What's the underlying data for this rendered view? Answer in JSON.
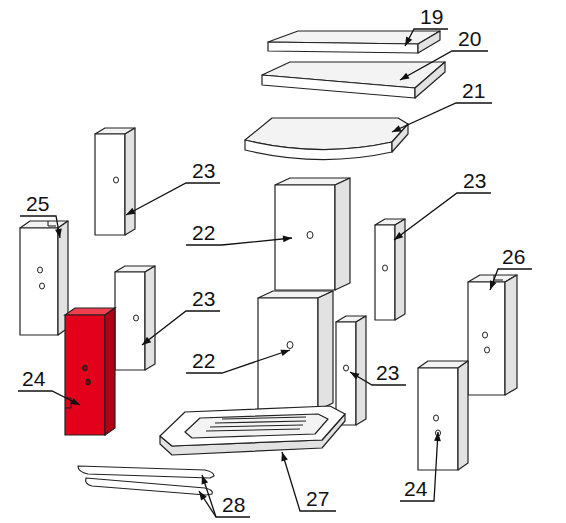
{
  "diagram": {
    "labels": [
      "19",
      "20",
      "21",
      "23",
      "22",
      "23",
      "25",
      "26",
      "23",
      "22",
      "23",
      "24",
      "24",
      "27",
      "28"
    ]
  }
}
